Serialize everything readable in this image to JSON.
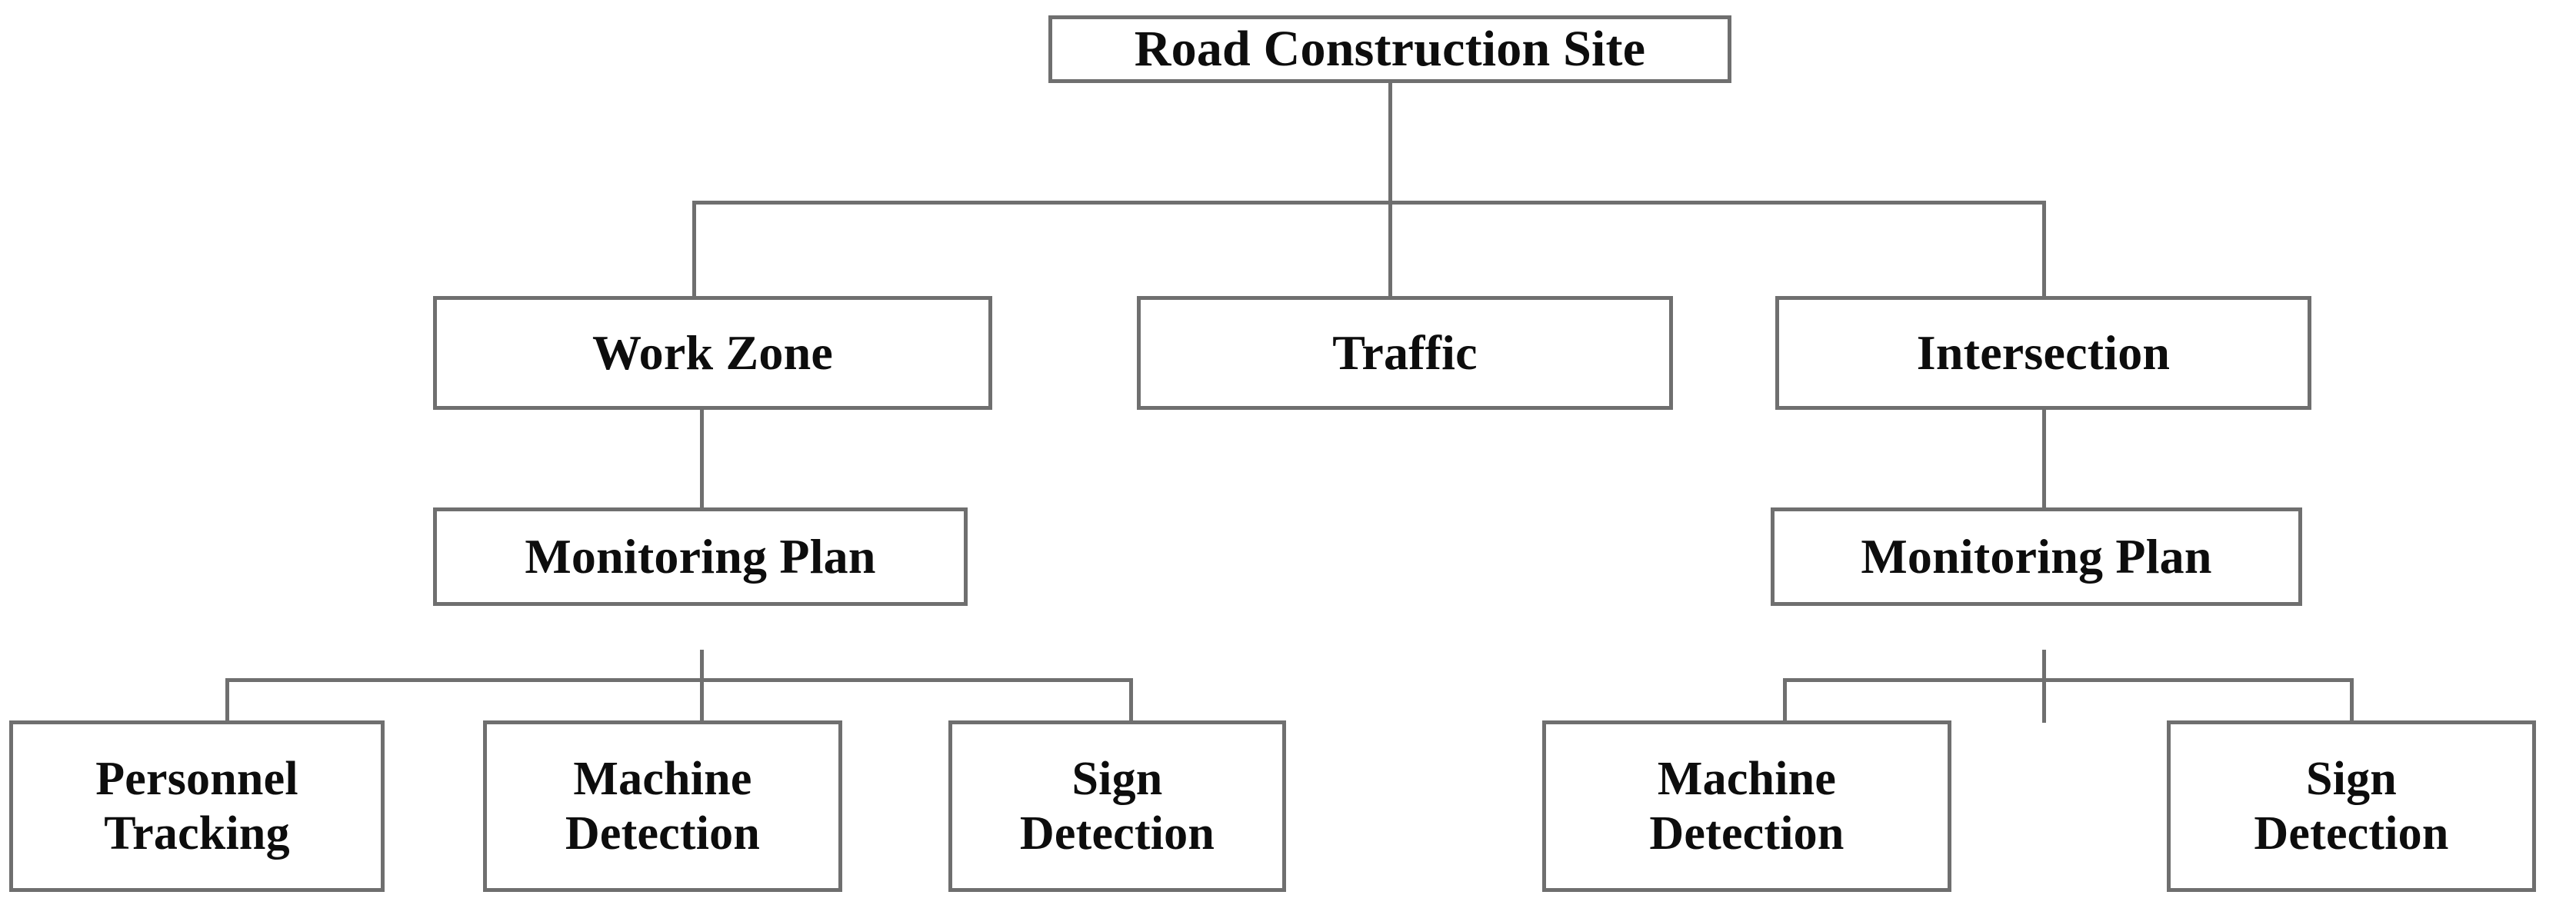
{
  "diagram": {
    "type": "hierarchy-tree",
    "title": "Road Construction Site monitoring hierarchy",
    "colors": {
      "box_border": "#6f6f6f",
      "box_fill": "#ffffff",
      "connector": "#6f6f6f",
      "text": "#0d0d0d",
      "background": "#ffffff"
    },
    "nodes": {
      "root": {
        "label": "Road Construction Site",
        "level": 0
      },
      "work_zone": {
        "label": "Work Zone",
        "level": 1
      },
      "traffic": {
        "label": "Traffic",
        "level": 1
      },
      "intersection": {
        "label": "Intersection",
        "level": 1
      },
      "monitoring_plan_left": {
        "label": "Monitoring Plan",
        "level": 2
      },
      "monitoring_plan_right": {
        "label": "Monitoring Plan",
        "level": 2
      },
      "personnel_tracking": {
        "label": "Personnel\nTracking",
        "level": 3
      },
      "machine_detection_left": {
        "label": "Machine\nDetection",
        "level": 3
      },
      "sign_detection_left": {
        "label": "Sign\nDetection",
        "level": 3
      },
      "machine_detection_right": {
        "label": "Machine\nDetection",
        "level": 3
      },
      "sign_detection_right": {
        "label": "Sign\nDetection",
        "level": 3
      }
    },
    "edges": [
      {
        "from": "root",
        "to": "work_zone"
      },
      {
        "from": "root",
        "to": "traffic"
      },
      {
        "from": "root",
        "to": "intersection"
      },
      {
        "from": "work_zone",
        "to": "monitoring_plan_left"
      },
      {
        "from": "intersection",
        "to": "monitoring_plan_right"
      },
      {
        "from": "monitoring_plan_left",
        "to": "personnel_tracking"
      },
      {
        "from": "monitoring_plan_left",
        "to": "machine_detection_left"
      },
      {
        "from": "monitoring_plan_left",
        "to": "sign_detection_left"
      },
      {
        "from": "monitoring_plan_right",
        "to": "machine_detection_right"
      },
      {
        "from": "monitoring_plan_right",
        "to": "sign_detection_right"
      }
    ]
  }
}
